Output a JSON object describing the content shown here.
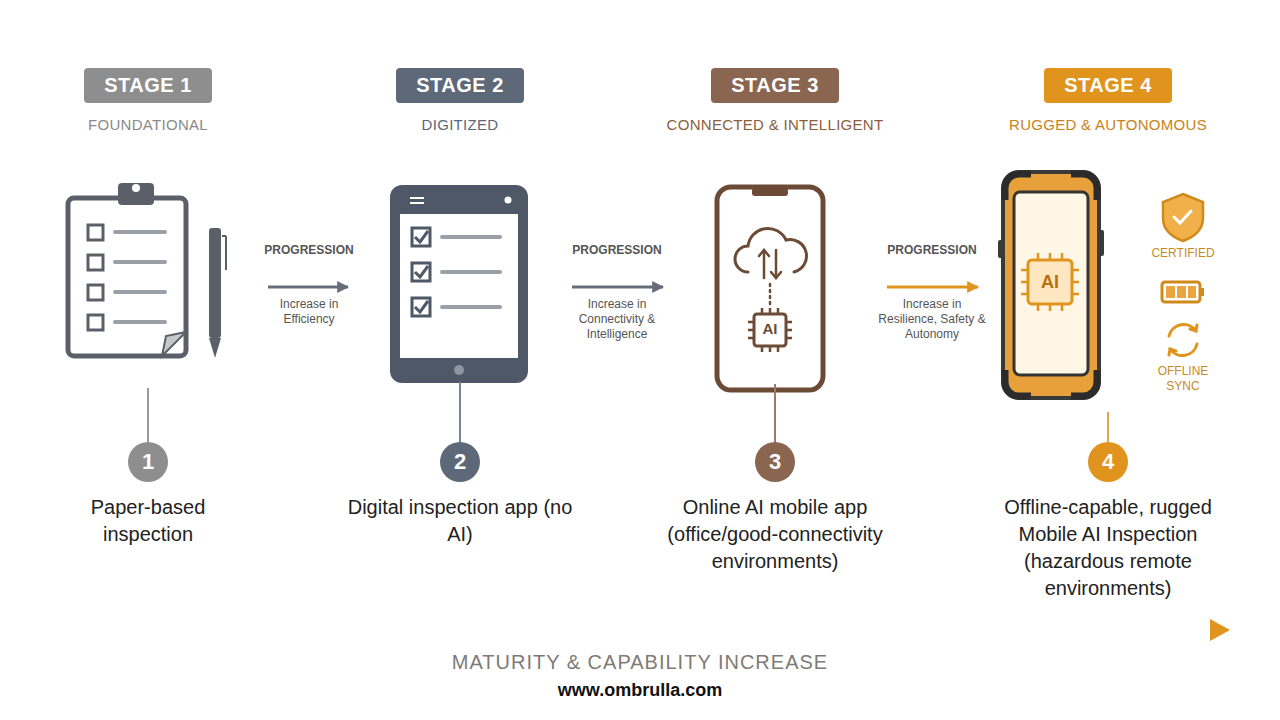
{
  "diagram": {
    "nodes": [
      {
        "text": [
          "STAGE 1"
        ]
      },
      {
        "text": [
          "FOUNDATIONAL"
        ]
      },
      {
        "text": [
          "1",
          "Paper-based inspection"
        ]
      },
      {
        "text": [
          "STAGE 2"
        ]
      },
      {
        "text": [
          "DIGITIZED"
        ]
      },
      {
        "text": [
          "2",
          "Digital inspection app (no AI)"
        ]
      },
      {
        "text": [
          "STAGE 3"
        ]
      },
      {
        "text": [
          "CONNECTED & INTELLIGENT"
        ]
      },
      {
        "text": [
          "3",
          "Online AI mobile app (office/good-connectivity environments)"
        ]
      },
      {
        "text": [
          "STAGE 4"
        ]
      },
      {
        "text": [
          "RUGGED & AUTONOMOUS"
        ]
      },
      {
        "text": [
          "4",
          "Offline-capable, rugged Mobile AI Inspection (hazardous remote environments)"
        ]
      }
    ],
    "edges": [
      {
        "from": 1,
        "to": 4,
        "label": "PROGRESSION",
        "arrow": "to"
      },
      {
        "from": 4,
        "to": 7,
        "label": "PROGRESSION",
        "arrow": "to"
      },
      {
        "from": 7,
        "to": 10,
        "label": "PROGRESSION",
        "arrow": "to"
      },
      {
        "from": 1,
        "to": 2,
        "arrow": "none"
      },
      {
        "from": 4,
        "to": 5,
        "arrow": "none"
      },
      {
        "from": 7,
        "to": 8,
        "arrow": "none"
      },
      {
        "from": 10,
        "to": 11,
        "arrow": "none"
      }
    ],
    "labels": [
      "Increase in Efficiency",
      "Increase in Connectivity & Intelligence",
      "Increase in Resilience, Safety & Autonomy",
      "AI",
      "AI",
      "CERTIFIED",
      "OFFLINE SYNC",
      "MATURITY & CAPABILITY INCREASE",
      "www.ombrulla.com"
    ]
  }
}
